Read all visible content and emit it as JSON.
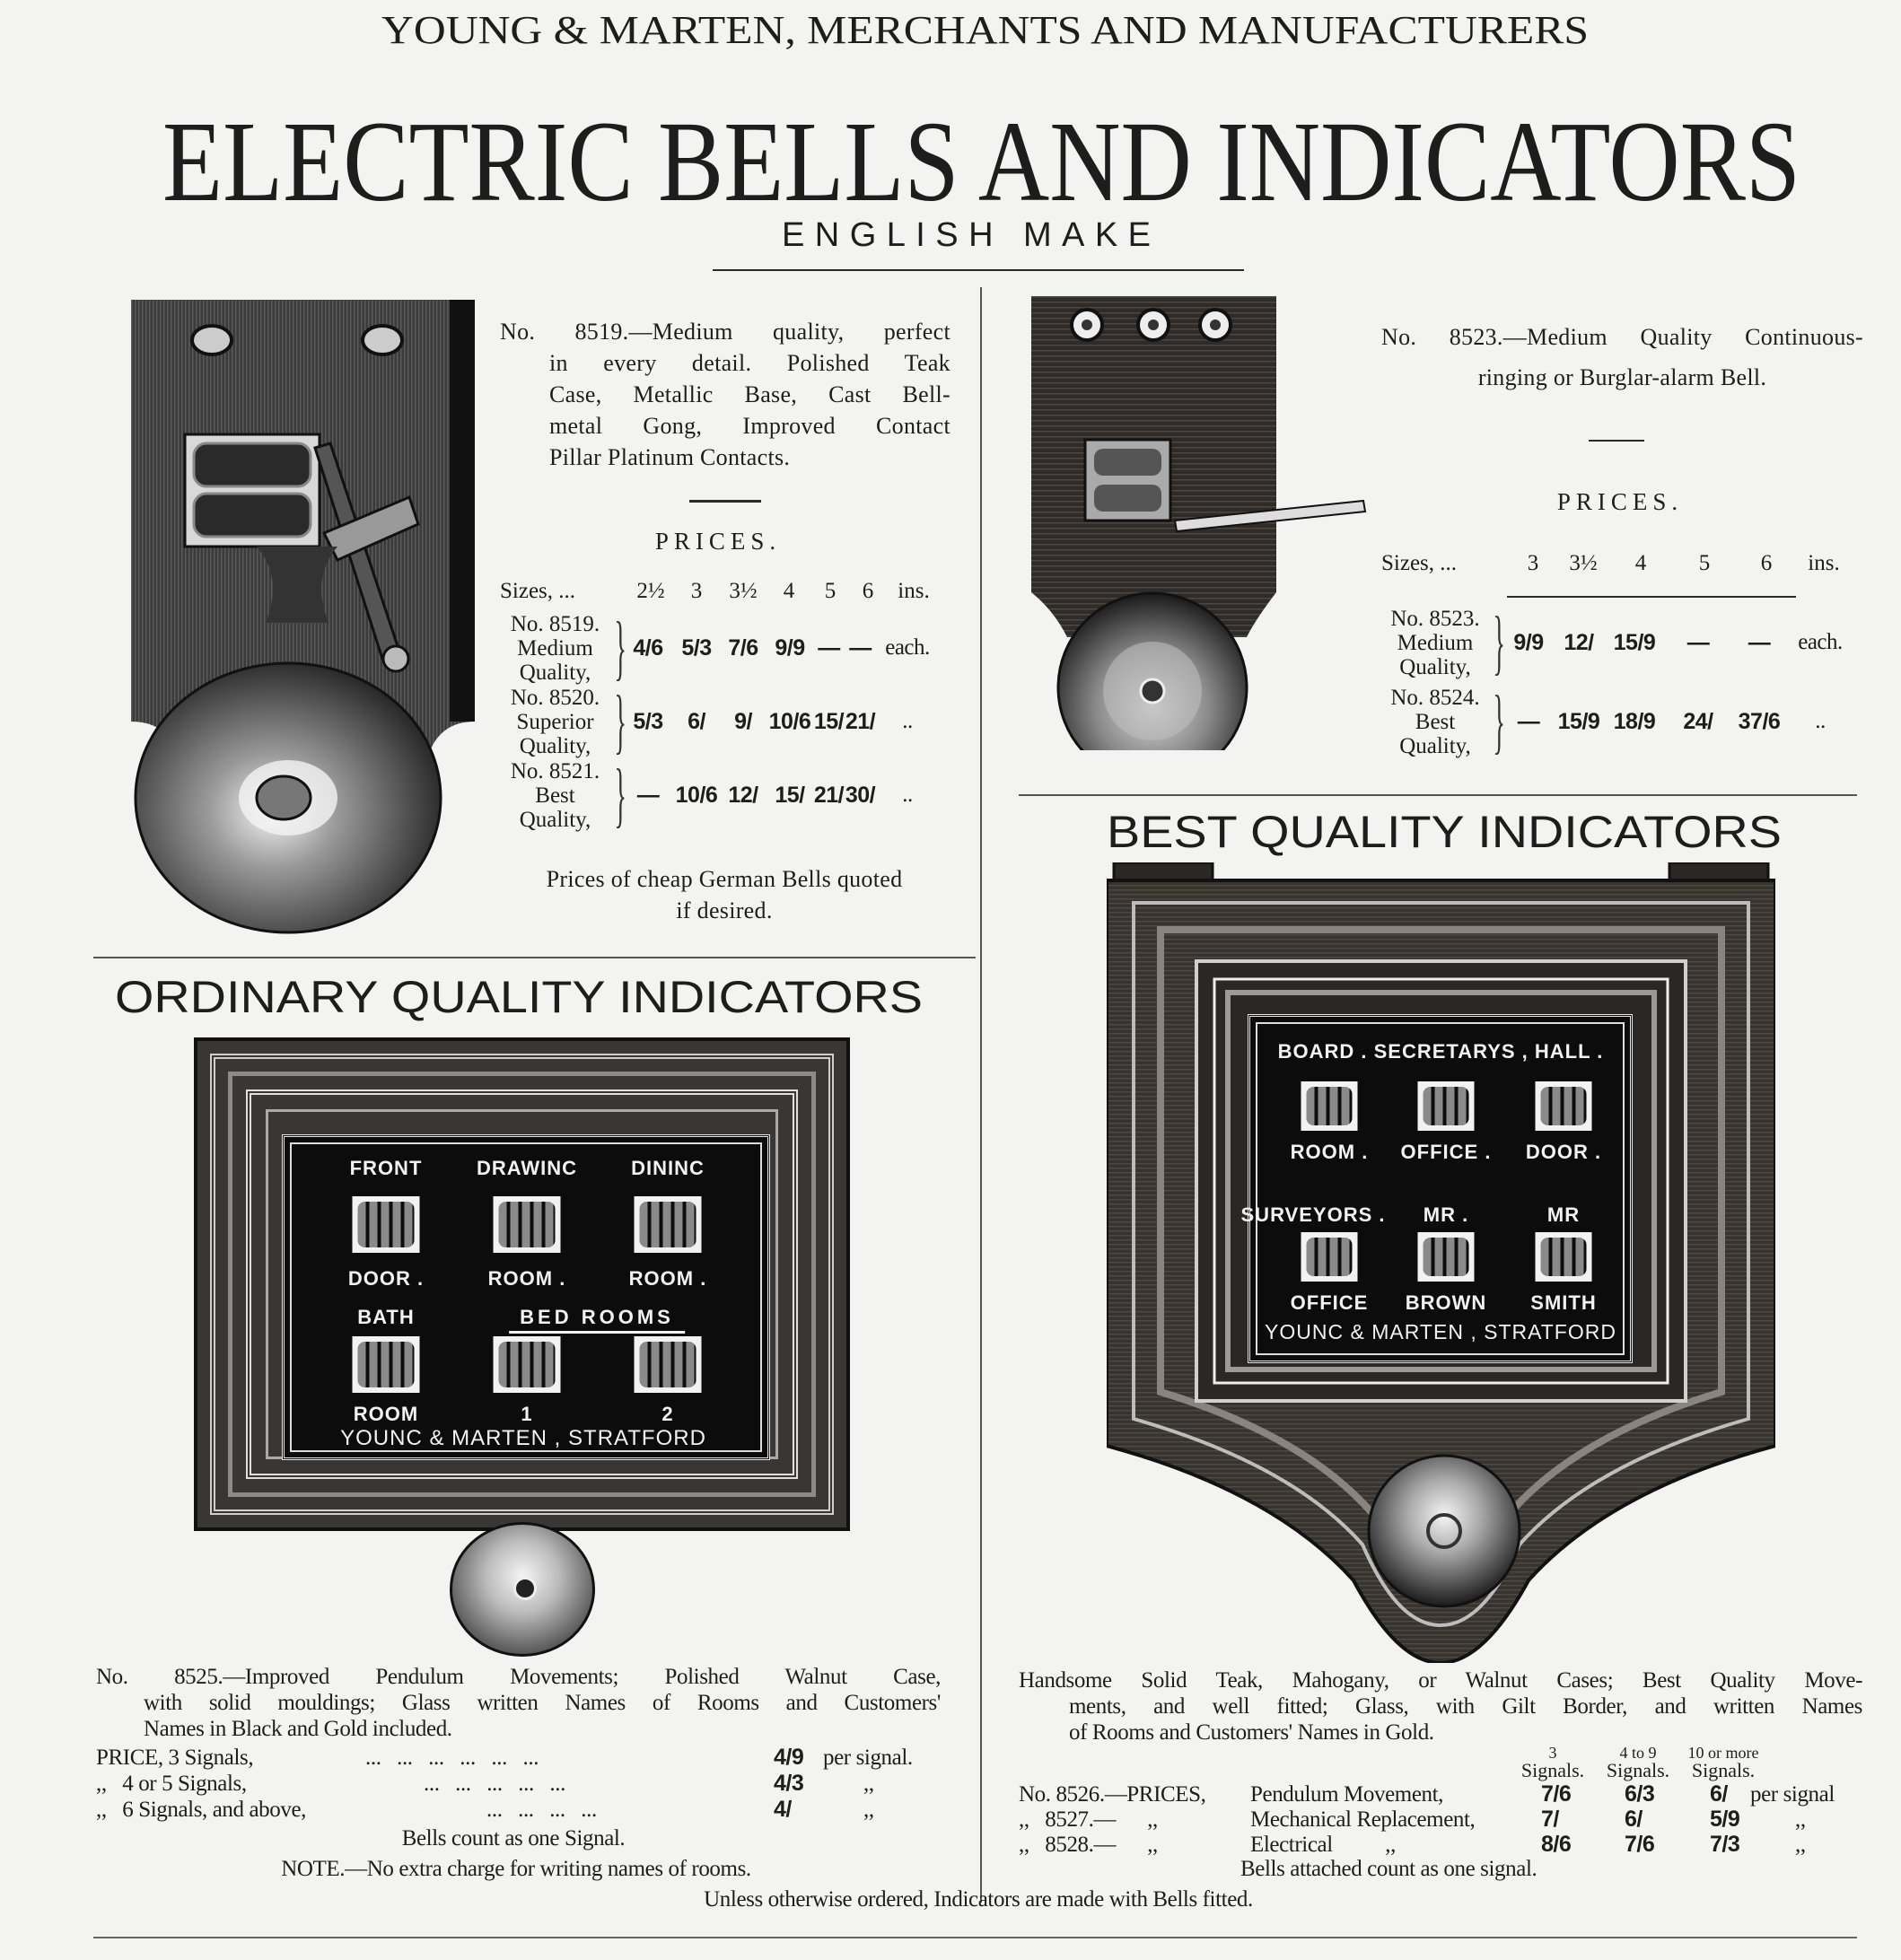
{
  "header": {
    "masthead": "YOUNG & MARTEN, MERCHANTS AND MANUFACTURERS",
    "title": "ELECTRIC BELLS AND INDICATORS",
    "subtitle": "ENGLISH MAKE"
  },
  "bell_8519": {
    "description_lines": [
      "No. 8519.—Medium quality, perfect",
      "in every detail. Polished Teak",
      "Case, Metallic Base, Cast Bell-",
      "metal Gong, Improved Contact",
      "Pillar Platinum Contacts."
    ],
    "prices_heading": "PRICES.",
    "sizes_label": "Sizes, ...",
    "sizes": [
      "2½",
      "3",
      "3½",
      "4",
      "5",
      "6"
    ],
    "sizes_unit": "ins.",
    "rows": [
      {
        "label": [
          "No. 8519.",
          "Medium",
          "Quality,"
        ],
        "values": [
          "4/6",
          "5/3",
          "7/6",
          "9/9",
          "—",
          "—"
        ],
        "unit": "each."
      },
      {
        "label": [
          "No. 8520.",
          "Superior",
          "Quality,"
        ],
        "values": [
          "5/3",
          "6/",
          "9/",
          "10/6",
          "15/",
          "21/"
        ],
        "unit": ".."
      },
      {
        "label": [
          "No. 8521.",
          "Best",
          "Quality,"
        ],
        "values": [
          "—",
          "10/6",
          "12/",
          "15/",
          "21/",
          "30/"
        ],
        "unit": ".."
      }
    ],
    "note_lines": [
      "Prices of cheap German Bells quoted",
      "if desired."
    ]
  },
  "bell_8523": {
    "description_lines": [
      "No. 8523.—Medium Quality Continuous-",
      "ringing or Burglar-alarm Bell."
    ],
    "prices_heading": "PRICES.",
    "sizes_label": "Sizes, ...",
    "sizes": [
      "3",
      "3½",
      "4",
      "5",
      "6"
    ],
    "sizes_unit": "ins.",
    "rows": [
      {
        "label": [
          "No. 8523.",
          "Medium",
          "Quality,"
        ],
        "values": [
          "9/9",
          "12/",
          "15/9",
          "—",
          "—"
        ],
        "unit": "each."
      },
      {
        "label": [
          "No. 8524.",
          "Best",
          "Quality,"
        ],
        "values": [
          "—",
          "15/9",
          "18/9",
          "24/",
          "37/6"
        ],
        "unit": ".."
      }
    ]
  },
  "ordinary_indicators": {
    "heading": "ORDINARY QUALITY INDICATORS",
    "panel": {
      "row1_top": [
        "FRONT",
        "DRAWINC",
        "DININC"
      ],
      "row1_bottom": [
        "DOOR .",
        "ROOM .",
        "ROOM ."
      ],
      "row2_top_left": "BATH",
      "row2_top_group": "BED ROOMS",
      "row2_bottom": [
        "ROOM",
        "1",
        "2"
      ],
      "maker": "YOUNC & MARTEN , STRATFORD"
    },
    "description_lines": [
      "No. 8525.—Improved Pendulum Movements; Polished Walnut Case,",
      "with solid mouldings; Glass written Names of Rooms and Customers'",
      "Names in Black and Gold included."
    ],
    "price_rows": [
      {
        "label": "PRICE, 3 Signals,",
        "dots": "...   ...   ...   ...   ...   ...",
        "value": "4/9",
        "unit": "per signal."
      },
      {
        "label": ",,   4 or 5 Signals,",
        "dots": "...   ...   ...   ...   ...",
        "value": "4/3",
        "unit": ",,"
      },
      {
        "label": ",,   6 Signals, and above,",
        "dots": "...   ...   ...   ...",
        "value": "4/",
        "unit": ",,"
      }
    ],
    "signal_note": "Bells count as one Signal.",
    "note": "NOTE.—No extra charge for writing names of rooms."
  },
  "best_indicators": {
    "heading": "BEST QUALITY INDICATORS",
    "panel": {
      "row1_top": "BOARD . SECRETARYS ,  HALL .",
      "row1_bottom": [
        "ROOM .",
        "OFFICE .",
        "DOOR ."
      ],
      "row2_top": [
        "SURVEYORS .",
        "MR .",
        "MR"
      ],
      "row2_bottom": [
        "OFFICE",
        "BROWN",
        "SMITH"
      ],
      "maker": "YOUNC & MARTEN , STRATFORD"
    },
    "description_lines": [
      "Handsome Solid Teak, Mahogany, or Walnut Cases; Best Quality Move-",
      "ments, and well fitted; Glass, with Gilt Border, and written Names",
      "of Rooms and Customers' Names in Gold."
    ],
    "column_headers": [
      {
        "top": "3",
        "bottom": "Signals."
      },
      {
        "top": "4 to 9",
        "bottom": "Signals."
      },
      {
        "top": "10 or more",
        "bottom": "Signals."
      }
    ],
    "price_rows": [
      {
        "number": "No. 8526.—PRICES,",
        "type": "Pendulum Movement,",
        "values": [
          "7/6",
          "6/3",
          "6/"
        ],
        "unit": "per signal"
      },
      {
        "number": ",,   8527.—      ,,",
        "type": "Mechanical Replacement,",
        "values": [
          "7/",
          "6/",
          "5/9"
        ],
        "unit": ",,"
      },
      {
        "number": ",,   8528.—      ,,",
        "type": "Electrical          ,,",
        "values": [
          "8/6",
          "7/6",
          "7/3"
        ],
        "unit": ",,"
      }
    ],
    "signal_note": "Bells attached count as one signal."
  },
  "footer_note": "Unless otherwise ordered, Indicators are made with Bells fitted."
}
